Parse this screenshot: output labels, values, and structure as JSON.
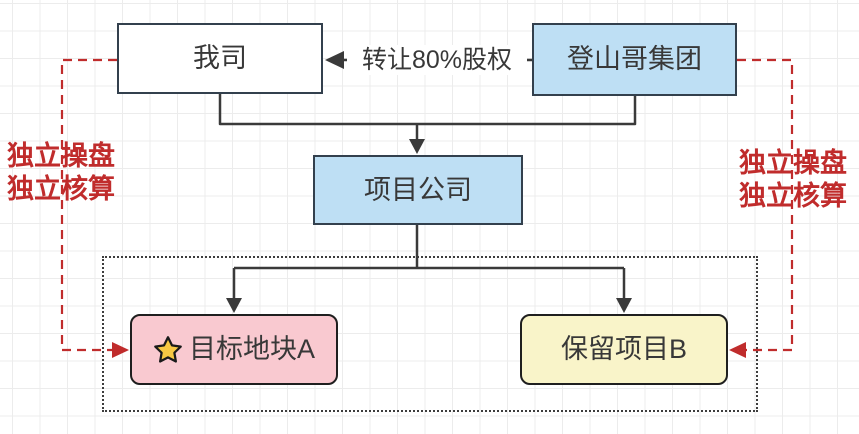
{
  "diagram": {
    "nodes": {
      "our_company": {
        "label": "我司"
      },
      "group": {
        "label": "登山哥集团"
      },
      "project_company": {
        "label": "项目公司"
      },
      "target_plot_a": {
        "label": "目标地块A",
        "icon": "star-icon"
      },
      "reserved_project_b": {
        "label": "保留项目B"
      }
    },
    "edges": {
      "transfer_label": "转让80%股权"
    },
    "annotations": {
      "left": {
        "line1": "独立操盘",
        "line2": "独立核算"
      },
      "right": {
        "line1": "独立操盘",
        "line2": "独立核算"
      }
    },
    "colors": {
      "node_blue": "#bedff4",
      "node_pink": "#f9c9d0",
      "node_yellow": "#f9f4c9",
      "node_white": "#ffffff",
      "annotation_red": "#c02c2c",
      "connector_dark": "#3a3a3a",
      "border_slate": "#33404d",
      "border_black": "#1f1f1f",
      "text_dark": "#383838",
      "star_gold": "#f7c843"
    }
  }
}
